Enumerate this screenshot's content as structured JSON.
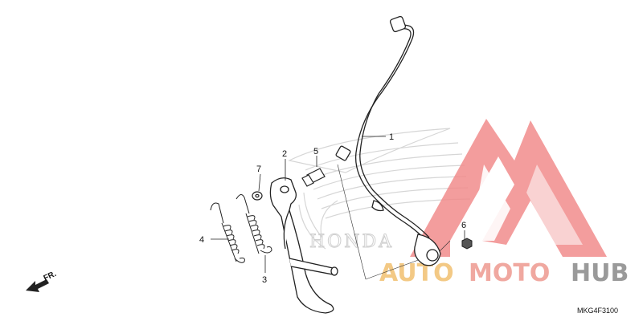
{
  "callouts": [
    {
      "id": "1",
      "label": "1"
    },
    {
      "id": "2",
      "label": "2"
    },
    {
      "id": "3",
      "label": "3"
    },
    {
      "id": "4",
      "label": "4"
    },
    {
      "id": "5",
      "label": "5"
    },
    {
      "id": "6",
      "label": "6"
    },
    {
      "id": "7",
      "label": "7"
    }
  ],
  "direction_label": "FR.",
  "diagram_code": "MKG4F3100",
  "watermark": {
    "brand_text": "HONDA",
    "logo_word_1": "AUTO",
    "logo_word_2": "MOTO",
    "logo_word_3": "HUB",
    "logo_color": "#f2a0a0"
  },
  "colors": {
    "line": "#222222",
    "watermark_grey": "#d0d0d0",
    "logo_red": "#f08a8a"
  }
}
